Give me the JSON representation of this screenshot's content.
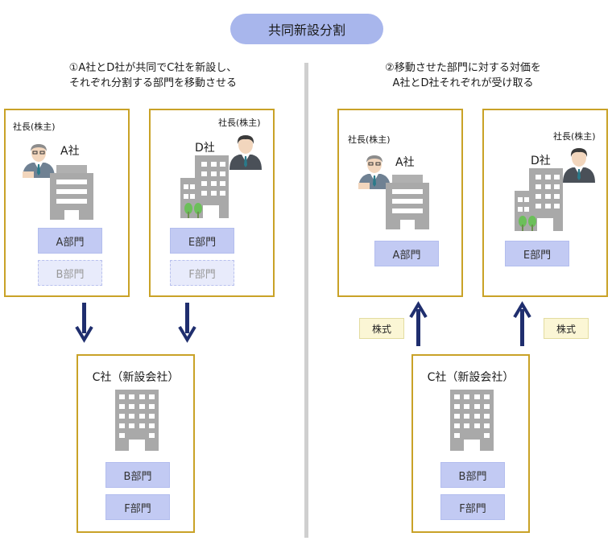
{
  "title": "共同新設分割",
  "left_heading": {
    "line1": "①A社とD社が共同でC社を新設し、",
    "line2": "それぞれ分割する部門を移動させる"
  },
  "right_heading": {
    "line1": "②移動させた部門に対する対価を",
    "line2": "A社とD社それぞれが受け取る"
  },
  "president_label": "社長(株主)",
  "left": {
    "company_a": {
      "name": "A社",
      "depts": [
        "A部門",
        "B部門"
      ]
    },
    "company_d": {
      "name": "D社",
      "depts": [
        "E部門",
        "F部門"
      ]
    },
    "company_c": {
      "name": "C社（新設会社）",
      "depts": [
        "B部門",
        "F部門"
      ]
    }
  },
  "right": {
    "company_a": {
      "name": "A社",
      "depts": [
        "A部門"
      ]
    },
    "company_d": {
      "name": "D社",
      "depts": [
        "E部門"
      ]
    },
    "company_c": {
      "name": "C社（新設会社）",
      "depts": [
        "B部門",
        "F部門"
      ]
    },
    "shares_label": "株式"
  },
  "colors": {
    "title_pill": "#a8b6ec",
    "box_border": "#c9a227",
    "dept_fill": "#c2caf3",
    "arrow": "#1f2e6e",
    "building": "#a9a9a9",
    "shares_fill": "#fbf6d5",
    "tree": "#6bbf59"
  },
  "icons": [
    "building-icon",
    "president-icon",
    "arrow-down-icon",
    "arrow-up-icon",
    "tree-icon"
  ]
}
